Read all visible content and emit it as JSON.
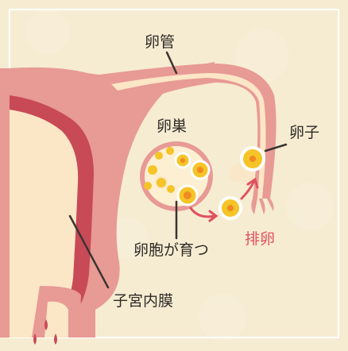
{
  "labels": {
    "oviduct": "卵管",
    "ovary": "卵巣",
    "egg": "卵子",
    "follicle_growth": "卵胞が育つ",
    "ovulation": "排卵",
    "endometrium": "子宮内膜"
  },
  "colors": {
    "background": "#f6ecd2",
    "frame": "#ffffff",
    "uterus_outer": "#e89a95",
    "uterus_mid": "#c84a57",
    "uterus_inner": "#fbe6c6",
    "ovary_fill": "#fcefd2",
    "follicle_yellow": "#f5c427",
    "egg_core": "#f08a22",
    "arrow": "#e0505f",
    "leader": "#3a3532"
  }
}
